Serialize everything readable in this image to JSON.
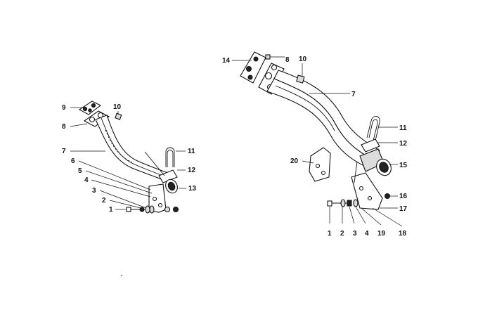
{
  "labels": {
    "left_assembly": {
      "n9": "9",
      "n8": "8",
      "n10": "10",
      "n7": "7",
      "n11": "11",
      "n6": "6",
      "n5": "5",
      "n12": "12",
      "n4": "4",
      "n13": "13",
      "n3": "3",
      "n2": "2",
      "n1": "1"
    },
    "right_assembly": {
      "n14": "14",
      "n8": "8",
      "n10": "10",
      "n7": "7",
      "n11": "11",
      "n12": "12",
      "n20": "20",
      "n15": "15",
      "n16": "16",
      "n17": "17",
      "n1": "1",
      "n2": "2",
      "n3": "3",
      "n4": "4",
      "n19": "19",
      "n18": "18"
    }
  }
}
